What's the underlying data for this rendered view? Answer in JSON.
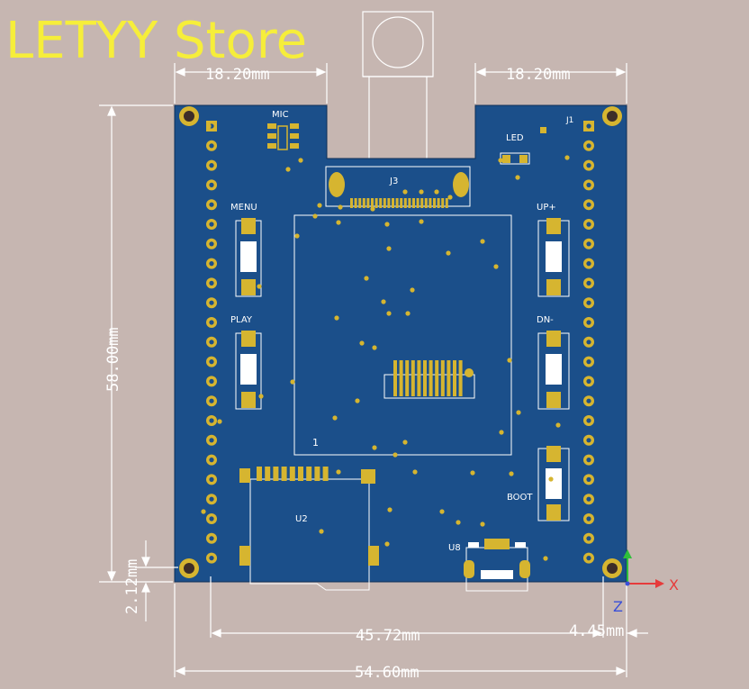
{
  "store_title": "LETYY Store",
  "dimensions": {
    "top_left_width": "18.20mm",
    "top_right_width": "18.20mm",
    "height": "58.00mm",
    "small_offset": "2.12mm",
    "pin_span": "45.72mm",
    "right_offset": "4.45mm",
    "total_width": "54.60mm"
  },
  "silkscreen": {
    "mic": "MIC",
    "led": "LED",
    "j1": "J1",
    "j3": "J3",
    "menu": "MENU",
    "play": "PLAY",
    "up": "UP+",
    "dn": "DN-",
    "boot": "BOOT",
    "u2": "U2",
    "u8": "U8",
    "module_number": "1"
  },
  "axes": {
    "x": "X",
    "z": "Z"
  },
  "colors": {
    "background": "#c6b6b1",
    "board": "#1b4f8a",
    "pad": "#d6b530",
    "silk": "#ffffff",
    "store_text": "#f6ee3a",
    "axis_x": "#e63b3b",
    "axis_y": "#2fbf3a",
    "axis_z": "#3a4fd8"
  }
}
